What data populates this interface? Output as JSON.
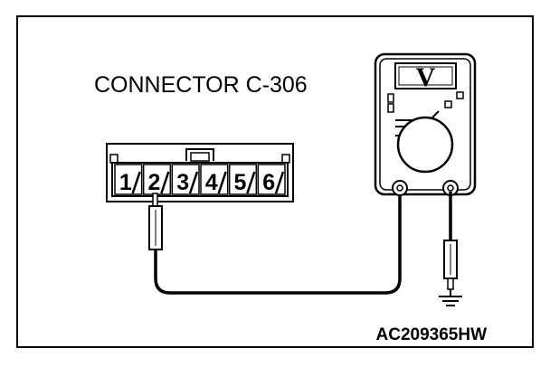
{
  "connector": {
    "title": "CONNECTOR C-306",
    "pins": [
      "1",
      "2",
      "3",
      "4",
      "5",
      "6"
    ],
    "probed_pin": "2"
  },
  "meter": {
    "display": "V"
  },
  "figure_code": "AC209365HW",
  "icons": [
    "voltmeter-icon",
    "ground-symbol-icon",
    "test-probe-icon"
  ],
  "colors": {
    "line": "#000000",
    "background": "#ffffff"
  }
}
